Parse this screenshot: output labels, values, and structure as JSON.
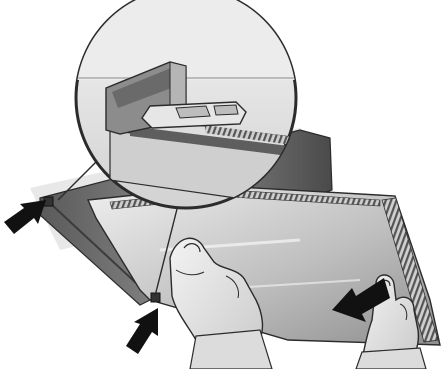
{
  "figure": {
    "colors": {
      "background": "#ffffff",
      "outline": "#2b2b2b",
      "metal_light": "#d7d7d7",
      "metal_mid": "#a9a9a9",
      "metal_dark": "#6f6f6f",
      "skin_light": "#e6e6e6",
      "skin_shadow": "#bdbdbd",
      "arrow": "#111111"
    },
    "parts": [
      {
        "name": "monitor-back-panel",
        "icon": "monitor-panel-icon"
      },
      {
        "name": "stand-base-plate",
        "icon": "stand-plate-icon"
      },
      {
        "name": "magnified-inset",
        "icon": "magnifier-circle-icon"
      },
      {
        "name": "latch-tab",
        "icon": "latch-icon"
      },
      {
        "name": "left-hand",
        "icon": "hand-icon"
      },
      {
        "name": "right-hand",
        "icon": "hand-icon"
      },
      {
        "name": "push-arrow-top-left",
        "icon": "arrow-right-icon"
      },
      {
        "name": "push-arrow-bottom",
        "icon": "arrow-up-right-icon"
      },
      {
        "name": "push-arrow-right",
        "icon": "arrow-left-icon"
      }
    ]
  }
}
